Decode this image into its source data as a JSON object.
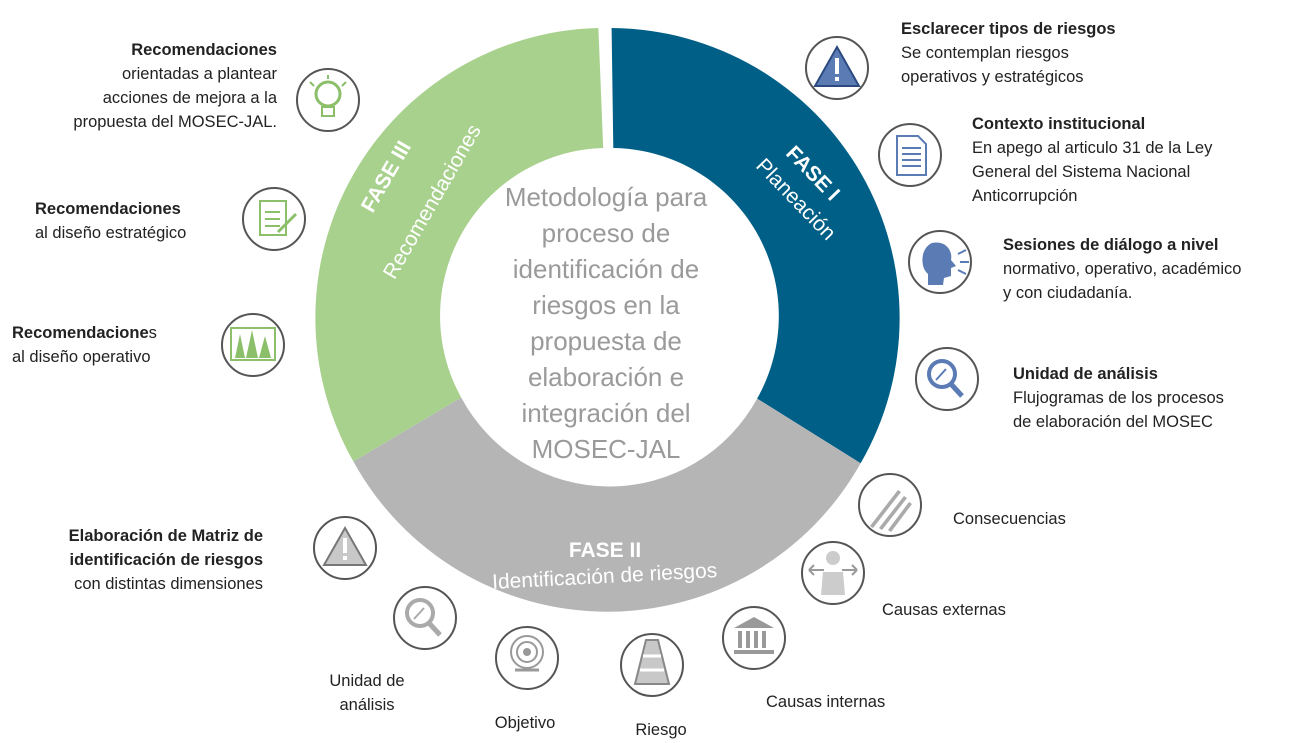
{
  "center_text": [
    "Metodología para",
    "proceso de",
    "identificación de",
    "riesgos en la",
    "propuesta de",
    "elaboración e",
    "integración del",
    "MOSEC-JAL"
  ],
  "phases": {
    "phase1": {
      "title": "FASE I",
      "subtitle": "Planeación",
      "color": "#005f86"
    },
    "phase2": {
      "title": "FASE II",
      "subtitle": "Identificación de riesgos",
      "color": "#b5b5b5"
    },
    "phase3": {
      "title": "FASE III",
      "subtitle": "Recomendaciones",
      "color": "#a9d18e"
    }
  },
  "right_items": [
    {
      "title": "Esclarecer tipos de riesgos",
      "lines": [
        "Se contemplan riesgos",
        "operativos y estratégicos"
      ],
      "icon": "warning-icon"
    },
    {
      "title": "Contexto institucional",
      "lines": [
        "En apego al articulo 31 de la Ley",
        "General del Sistema Nacional",
        "Anticorrupción"
      ],
      "icon": "document-icon"
    },
    {
      "title": "Sesiones de diálogo a nivel",
      "lines": [
        "normativo, operativo, académico",
        "y con ciudadanía."
      ],
      "icon": "speaking-head-icon"
    },
    {
      "title": "Unidad de análisis",
      "lines": [
        "Flujogramas de los procesos",
        "de elaboración del MOSEC"
      ],
      "icon": "magnifier-icon"
    }
  ],
  "left_items": [
    {
      "title": "Recomendaciones",
      "lines": [
        "orientadas a plantear",
        "acciones de mejora a la",
        "propuesta del MOSEC-JAL."
      ],
      "icon": "lightbulb-icon"
    },
    {
      "title": "Recomendaciones",
      "lines": [
        "al diseño estratégico"
      ],
      "icon": "checklist-icon"
    },
    {
      "title": "Recomendacione",
      "title_suffix": "s",
      "lines": [
        "al diseño operativo"
      ],
      "icon": "forest-chart-icon"
    }
  ],
  "phase2_items": {
    "matrix": {
      "title_lines": [
        "Elaboración de Matriz de",
        "identificación de riesgos"
      ],
      "lines": [
        "con distintas dimensiones"
      ],
      "icon": "warning-icon"
    },
    "unidad": {
      "lines": [
        "Unidad de",
        "análisis"
      ],
      "icon": "magnifier-icon"
    },
    "objetivo": {
      "label": "Objetivo",
      "icon": "target-icon"
    },
    "riesgo": {
      "label": "Riesgo",
      "icon": "traffic-cone-icon"
    },
    "internas": {
      "label": "Causas internas",
      "icon": "institution-icon"
    },
    "externas": {
      "label": "Causas externas",
      "icon": "crossroads-person-icon"
    },
    "consecuencias": {
      "label": "Consecuencias",
      "icon": "falling-dominoes-icon"
    }
  }
}
